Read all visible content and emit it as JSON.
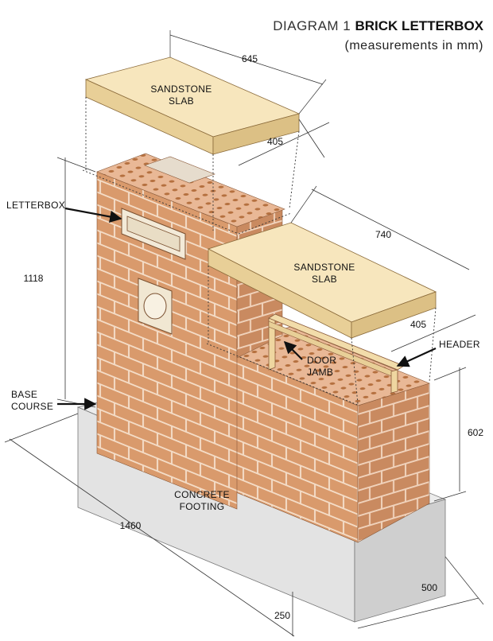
{
  "title": {
    "prefix": "DIAGRAM 1 ",
    "main": "BRICK LETTERBOX",
    "subtitle": "(measurements in mm)"
  },
  "labels": {
    "letterbox": "LETTERBOX",
    "slab_top": [
      "SANDSTONE",
      "SLAB"
    ],
    "slab_right": [
      "SANDSTONE",
      "SLAB"
    ],
    "door_jamb": [
      "DOOR",
      "JAMB"
    ],
    "header": "HEADER",
    "base_course": [
      "BASE",
      "COURSE"
    ],
    "footing": [
      "CONCRETE",
      "FOOTING"
    ]
  },
  "dimensions": {
    "slab_top_length": "645",
    "slab_top_width": "405",
    "slab_right_length": "740",
    "slab_right_width": "405",
    "pillar_height": "1118",
    "wall_height": "602",
    "footing_length": "1460",
    "footing_width": "500",
    "footing_height": "250"
  },
  "colors": {
    "brick_face": "#d99a6c",
    "brick_side": "#c7845a",
    "brick_top": "#e9b896",
    "mortar": "#f4dcc6",
    "slab_top": "#f7e6bd",
    "slab_side": "#e8cf97",
    "footing_front": "#e3e3e3",
    "footing_side": "#cfcfcf",
    "footing_top": "#ececec"
  }
}
